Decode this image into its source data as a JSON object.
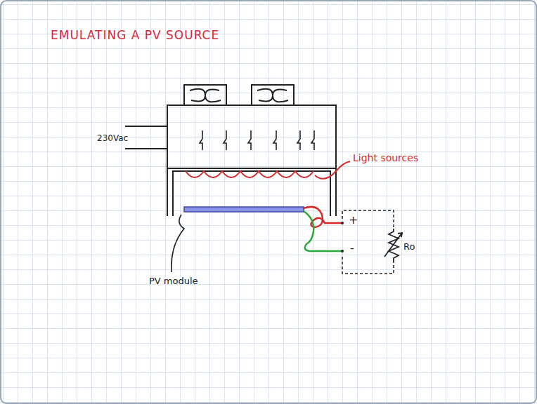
{
  "diagram": {
    "title": "EMULATING A PV SOURCE",
    "labels": [
      "230Vac",
      "Light sources",
      "PV module",
      "+",
      "-",
      "Ro"
    ]
  }
}
